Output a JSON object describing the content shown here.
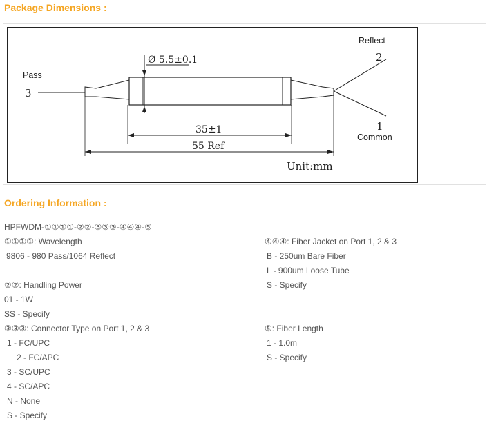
{
  "package": {
    "title": "Package Dimensions :",
    "drawing": {
      "pass_label": "Pass",
      "pass_port": "3",
      "reflect_label": "Reflect",
      "reflect_port": "2",
      "common_label": "Common",
      "common_port": "1",
      "diameter": "Ø 5.5±0.1",
      "length_body": "35±1",
      "length_total": "55 Ref",
      "unit": "Unit:mm"
    }
  },
  "ordering": {
    "title": "Ordering Information :",
    "part_number": "HPFWDM-①①①①-②②-③③③-④④④-⑤",
    "left": [
      "①①①①: Wavelength",
      "9806 - 980 Pass/1064 Reflect",
      "②②: Handling Power",
      "01  - 1W",
      "SS - Specify",
      "③③③: Connector Type on Port 1, 2 & 3",
      "1 - FC/UPC",
      "2 - FC/APC",
      "3 - SC/UPC",
      "4 - SC/APC",
      "N - None",
      "S - Specify"
    ],
    "right": [
      "④④④: Fiber Jacket on Port 1, 2 & 3",
      "B - 250um Bare Fiber",
      "L - 900um Loose Tube",
      "S - Specify",
      "⑤: Fiber Length",
      "1 - 1.0m",
      "S - Specify"
    ]
  }
}
